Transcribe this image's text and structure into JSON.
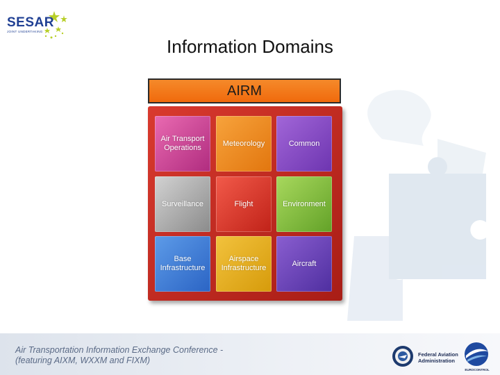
{
  "logo": {
    "name": "SESAR",
    "subtitle": "JOINT UNDERTAKING"
  },
  "title": "Information Domains",
  "header_box": "AIRM",
  "grid": [
    {
      "label": "Air Transport Operations",
      "color": "#c83d92"
    },
    {
      "label": "Meteorology",
      "color": "#ef8c22"
    },
    {
      "label": "Common",
      "color": "#8b4fc7"
    },
    {
      "label": "Surveillance",
      "color": "#a9a9a9"
    },
    {
      "label": "Flight",
      "color": "#e23c2d"
    },
    {
      "label": "Environment",
      "color": "#80bb3d"
    },
    {
      "label": "Base Infrastructure",
      "color": "#3f7fd9"
    },
    {
      "label": "Airspace Infrastructure",
      "color": "#e8ad21"
    },
    {
      "label": "Aircraft",
      "color": "#6b44b8"
    }
  ],
  "footer": {
    "line1": "Air Transportation Information Exchange Conference -",
    "line2": "(featuring AIXM, WXXM and FIXM)",
    "faa_line1": "Federal Aviation",
    "faa_line2": "Administration",
    "eurocontrol": "EUROCONTROL"
  }
}
